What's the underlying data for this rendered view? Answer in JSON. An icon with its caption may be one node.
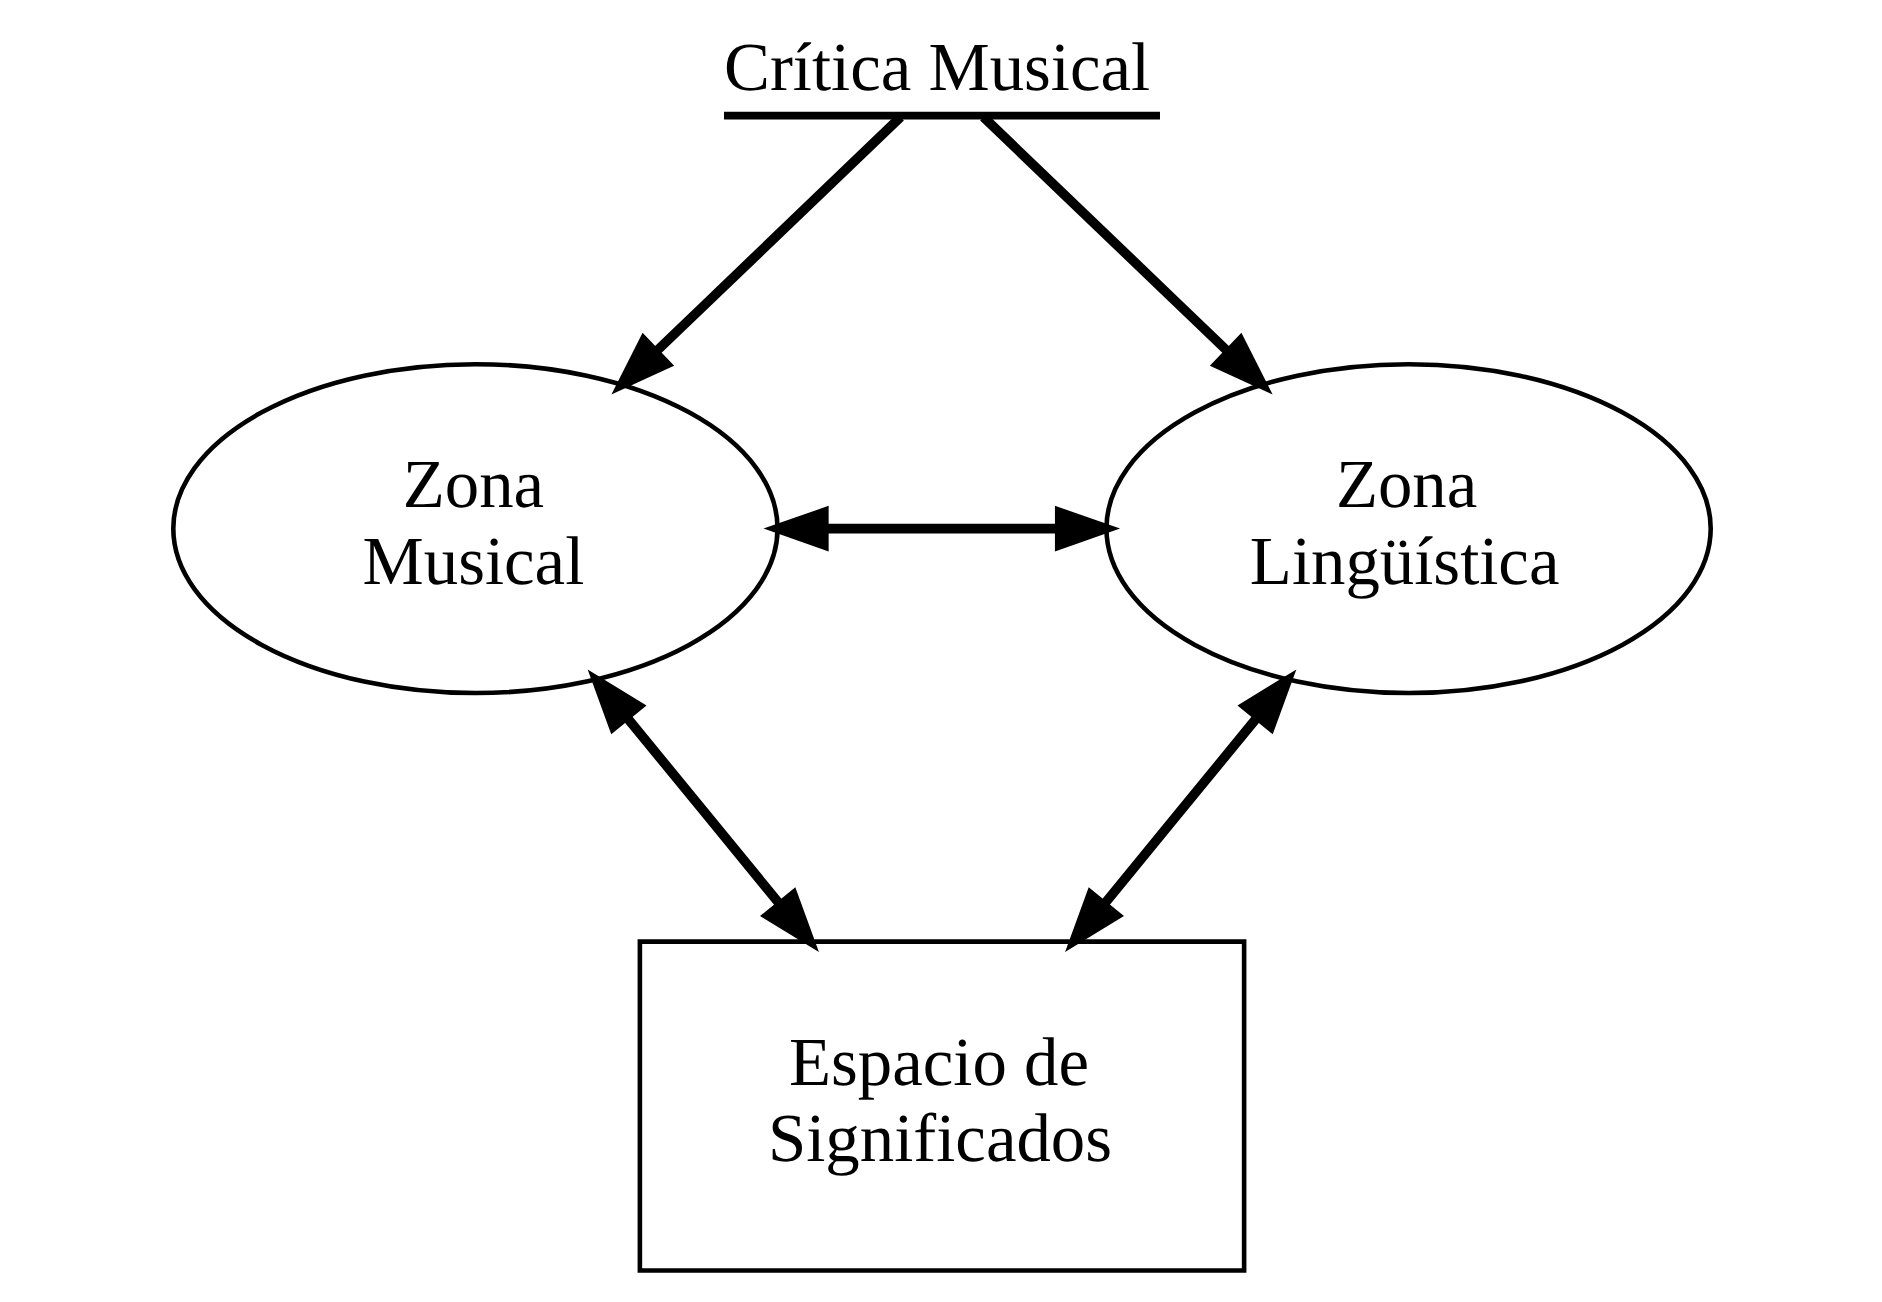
{
  "diagram": {
    "nodes": [
      {
        "text": [
          "Crítica Musical"
        ]
      },
      {
        "text": [
          "Zona Musical"
        ]
      },
      {
        "text": [
          "Zona Lingüística"
        ]
      },
      {
        "text": [
          "Espacio de Significados"
        ]
      }
    ],
    "edges": [
      {
        "from": 0,
        "to": 1,
        "arrow": "to"
      },
      {
        "from": 0,
        "to": 2,
        "arrow": "to"
      },
      {
        "from": 1,
        "to": 2,
        "arrow": "both"
      },
      {
        "from": 1,
        "to": 3,
        "arrow": "both"
      },
      {
        "from": 2,
        "to": 3,
        "arrow": "both"
      }
    ]
  }
}
